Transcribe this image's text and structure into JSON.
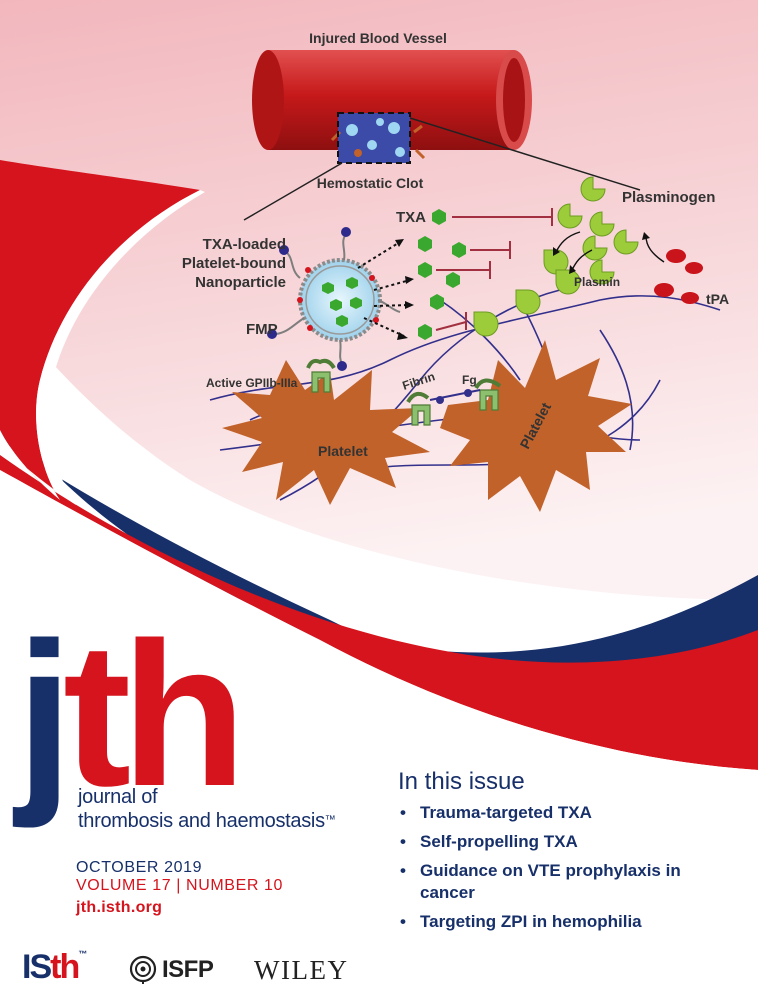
{
  "diagram": {
    "vessel_title": "Injured Blood Vessel",
    "clot_label": "Hemostatic Clot",
    "plasminogen_label": "Plasminogen",
    "txa_label": "TXA",
    "nanoparticle_label": [
      "TXA-loaded",
      "Platelet-bound",
      "Nanoparticle"
    ],
    "plasmin_label": "Plasmin",
    "tpa_label": "tPA",
    "fmp_label": "FMP",
    "fibrin_label": "Fibrin",
    "fg_label": "Fg",
    "gp_label": "Active GPIIb-IIIa",
    "platelet_label_1": "Platelet",
    "platelet_label_2": "Platelet"
  },
  "masthead": {
    "j": "j",
    "th": "th",
    "name_line1": "journal of",
    "name_line2": "thrombosis and haemostasis",
    "tm": "™"
  },
  "issue": {
    "month_year": "OCTOBER 2019",
    "volume": "VOLUME 17 | NUMBER 10",
    "website": "jth.isth.org"
  },
  "contents": {
    "heading": "In this issue",
    "items": [
      "Trauma-targeted TXA",
      "Self-propelling TXA",
      "Guidance on VTE prophylaxis in cancer",
      "Targeting ZPI in hemophilia"
    ]
  },
  "logos": {
    "isth_is": "IS",
    "isth_th": "th",
    "isth_tm": "™",
    "isfp": "ISFP",
    "wiley": "WILEY"
  },
  "colors": {
    "navy": "#17306a",
    "red": "#d5141d",
    "platelet": "#c0622a",
    "green": "#3aa82e"
  }
}
